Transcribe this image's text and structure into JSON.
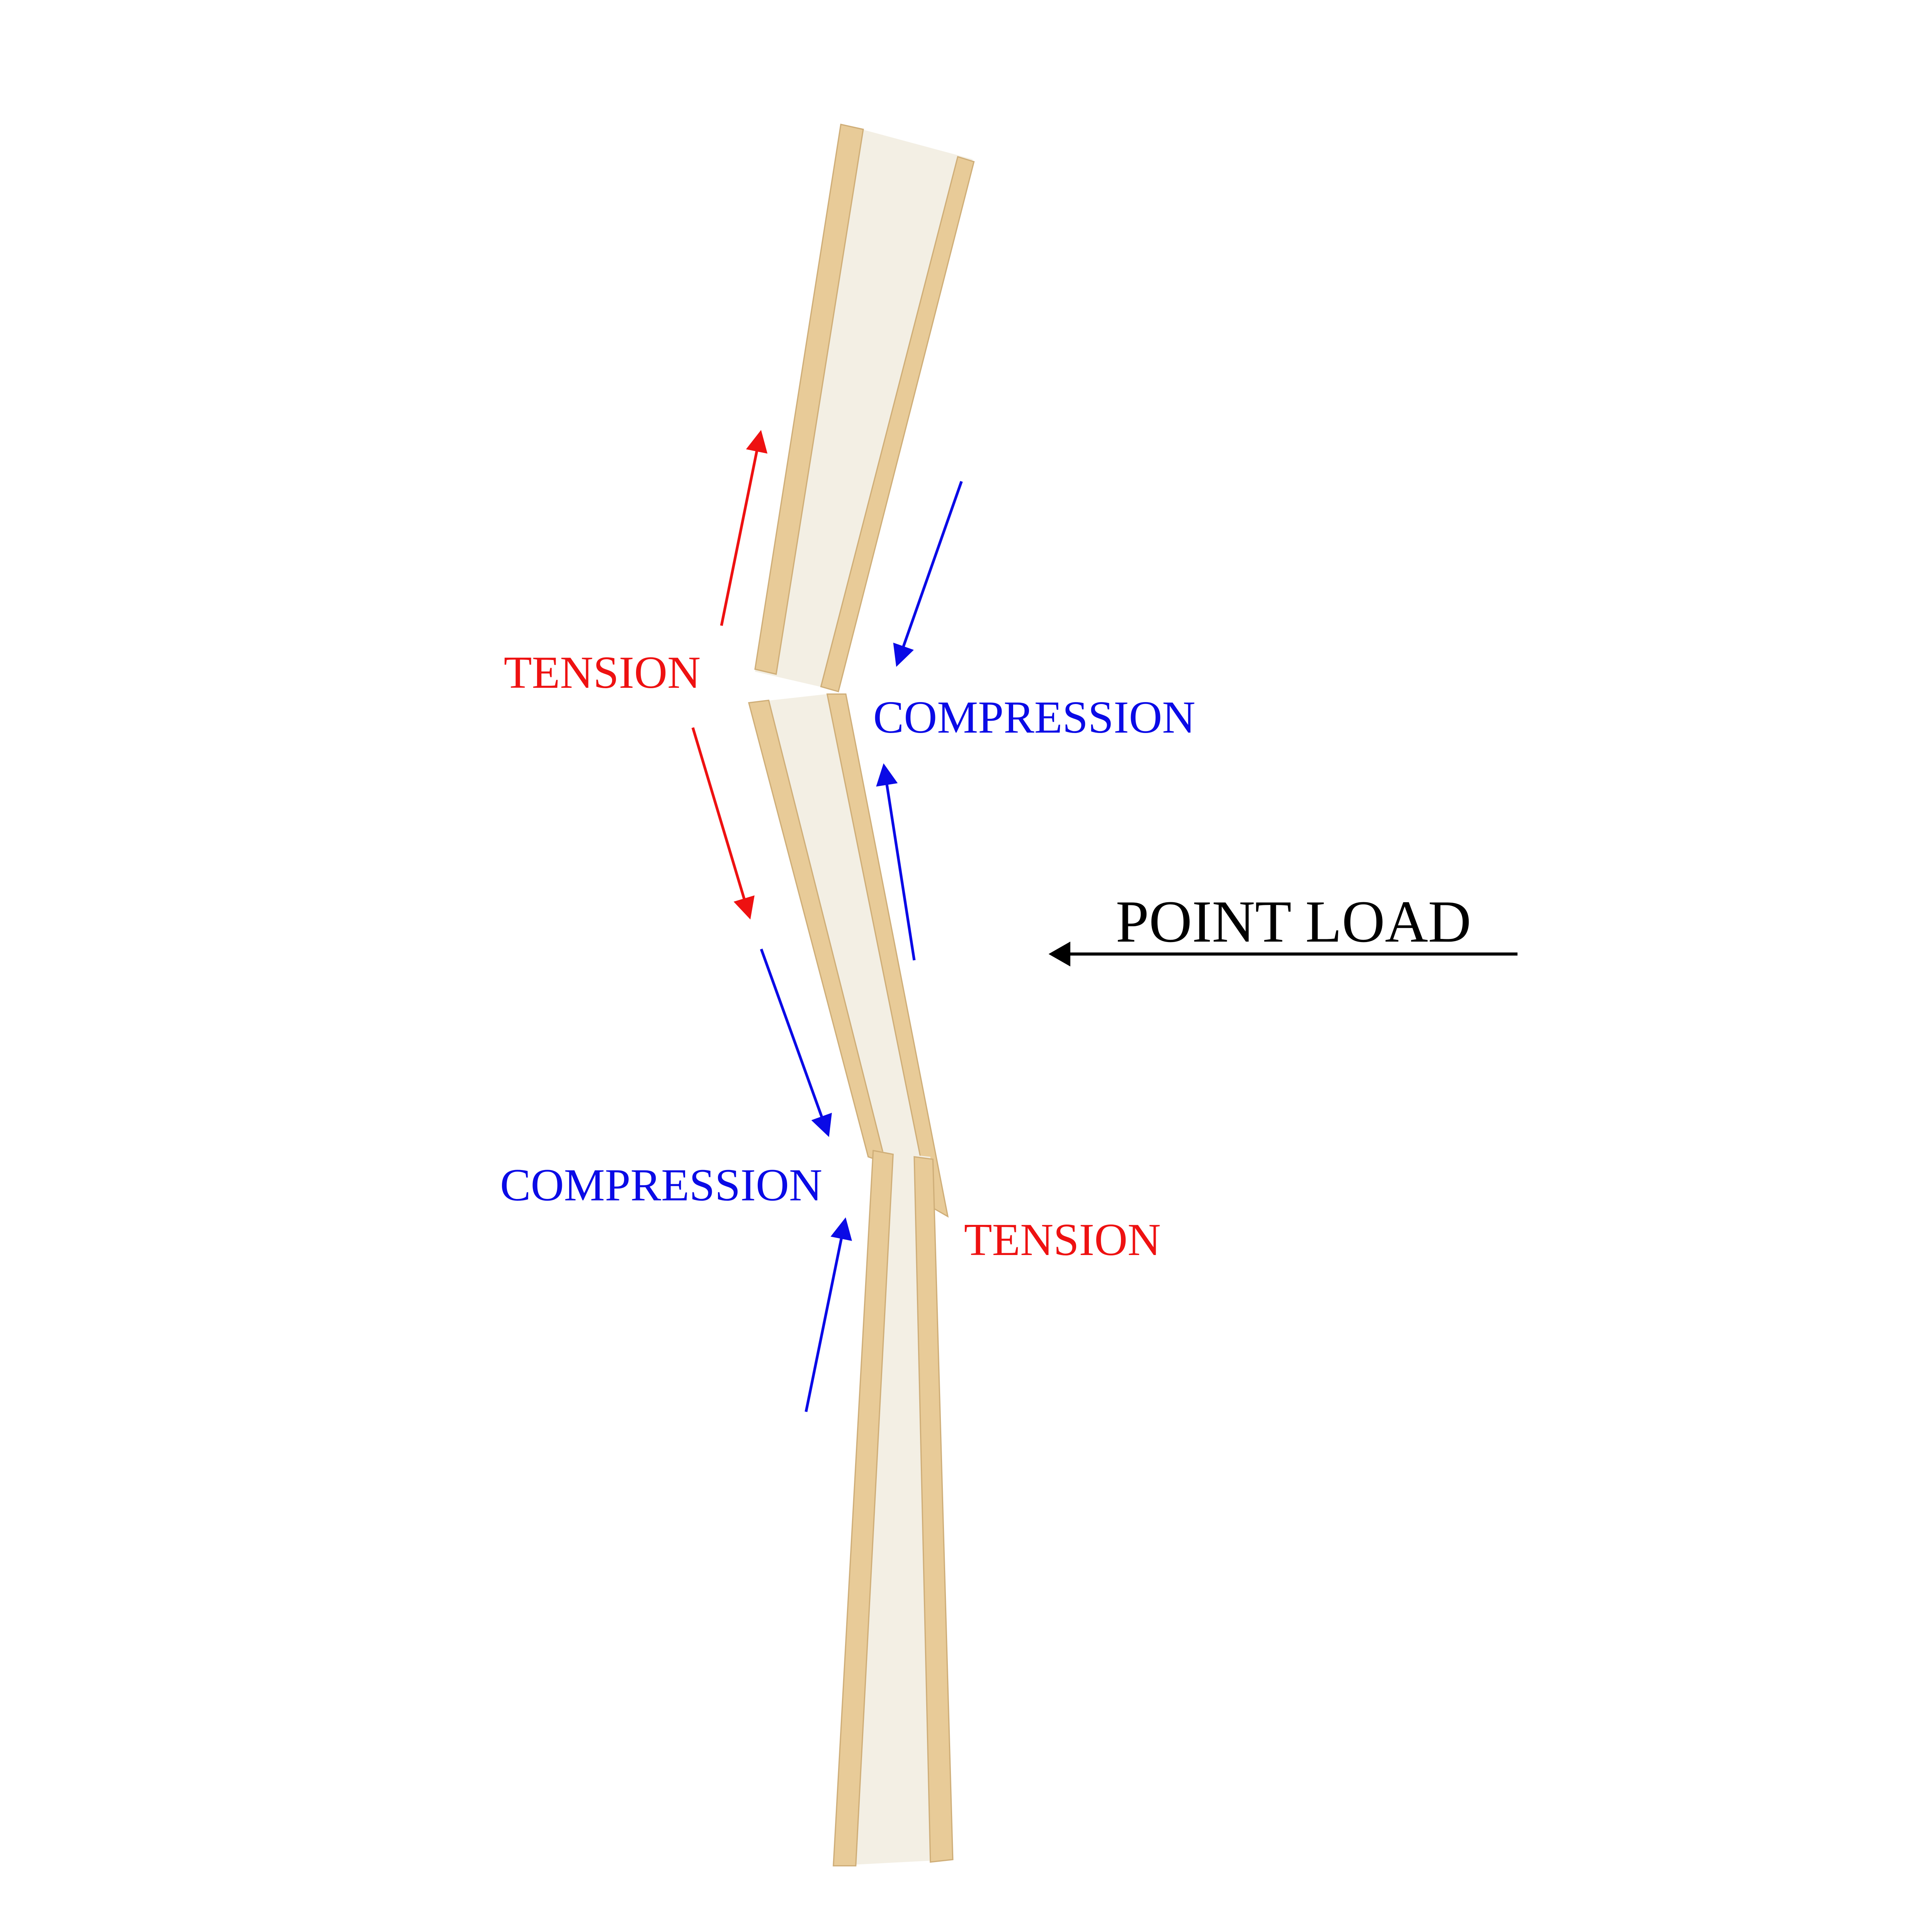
{
  "labels": {
    "tension_top": "TENSION",
    "compression_top": "COMPRESSION",
    "point_load": "POINT LOAD",
    "compression_bottom": "COMPRESSION",
    "tension_bottom": "TENSION"
  },
  "colors": {
    "tension": "#ee1111",
    "compression": "#0a0ae6",
    "load": "#000000",
    "wood": "#e8cb98",
    "wood_dark": "#d4b27a",
    "core": "#f3efe4"
  }
}
